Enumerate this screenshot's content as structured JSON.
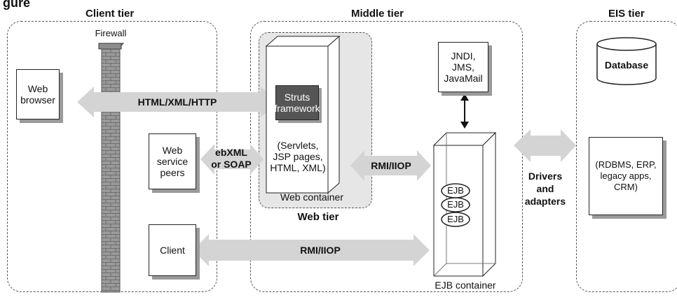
{
  "header": {
    "title": "gure"
  },
  "tiers": {
    "client": "Client tier",
    "middle": "Middle tier",
    "eis": "EIS tier"
  },
  "client": {
    "firewall": "Firewall",
    "web_browser": "Web\nbrowser",
    "web_service_peers": "Web\nservice\npeers",
    "client": "Client"
  },
  "arrows": {
    "http": "HTML/XML/HTTP",
    "soap": "ebXML\nor SOAP",
    "rmi_top": "RMI/IIOP",
    "rmi_bottom": "RMI/IIOP",
    "drivers": "Drivers\nand\nadapters"
  },
  "middle": {
    "struts": "Struts\nframework",
    "servlets": "(Servlets,\nJSP pages,\nHTML, XML)",
    "web_container": "Web container",
    "web_tier": "Web tier",
    "jndi": "JNDI,\nJMS,\nJavaMail",
    "ejb": [
      "EJB",
      "EJB",
      "EJB"
    ],
    "ejb_container": "EJB container"
  },
  "eis": {
    "database": "Database",
    "systems": "(RDBMS, ERP,\nlegacy apps,\nCRM)"
  },
  "colors": {
    "arrow": "#d4d4d4",
    "brick": "#9a9a9a",
    "struts_bg": "#555555",
    "shadow": "#9a9a9a"
  }
}
